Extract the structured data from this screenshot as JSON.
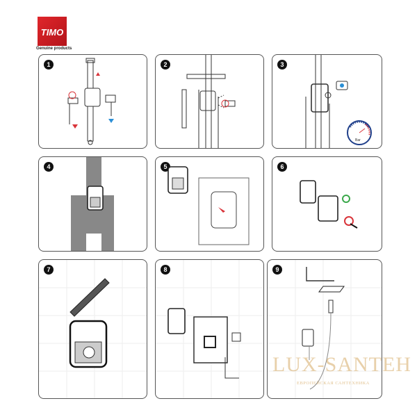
{
  "brand": {
    "logo_text": "TIMO",
    "tagline": "Genuine products",
    "color": "#d42027"
  },
  "steps": [
    {
      "number": "1"
    },
    {
      "number": "2"
    },
    {
      "number": "3",
      "gauge_unit": "Bar"
    },
    {
      "number": "4"
    },
    {
      "number": "5"
    },
    {
      "number": "6"
    },
    {
      "number": "7"
    },
    {
      "number": "8"
    },
    {
      "number": "9"
    }
  ],
  "watermark": {
    "title": "LUX-SANTEH",
    "subtitle": "ЕВРОПЕЙСКАЯ САНТЕХНИКА"
  },
  "colors": {
    "hot": "#d9343a",
    "cold": "#2b8fd6",
    "check": "#3aa84a"
  }
}
